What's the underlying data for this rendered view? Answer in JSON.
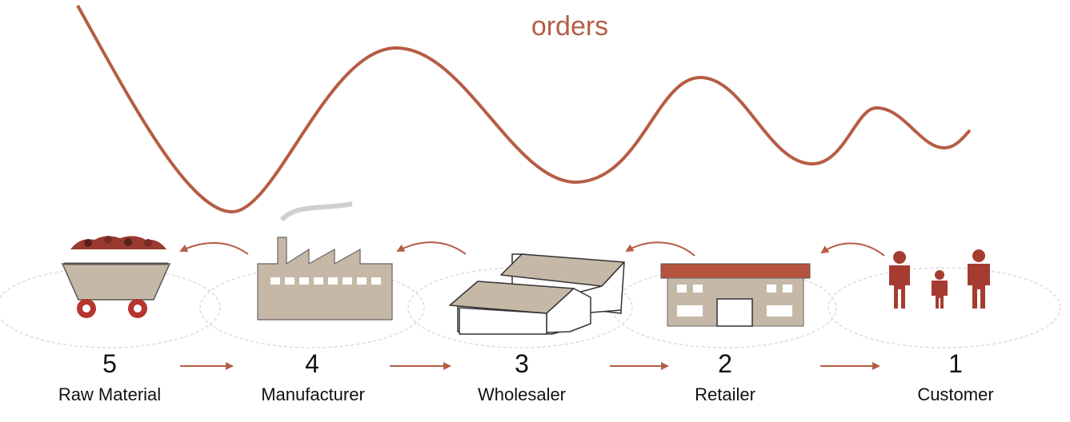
{
  "orders_label": "orders",
  "colors": {
    "accent": "#b55d44",
    "bulk": "#c6b8a7",
    "ellipse": "#dddddd"
  },
  "stages": [
    {
      "number": "5",
      "name": "Raw Material",
      "icon": "ore-cart-icon"
    },
    {
      "number": "4",
      "name": "Manufacturer",
      "icon": "factory-icon"
    },
    {
      "number": "3",
      "name": "Wholesaler",
      "icon": "warehouse-icon"
    },
    {
      "number": "2",
      "name": "Retailer",
      "icon": "store-icon"
    },
    {
      "number": "1",
      "name": "Customer",
      "icon": "people-icon"
    }
  ]
}
